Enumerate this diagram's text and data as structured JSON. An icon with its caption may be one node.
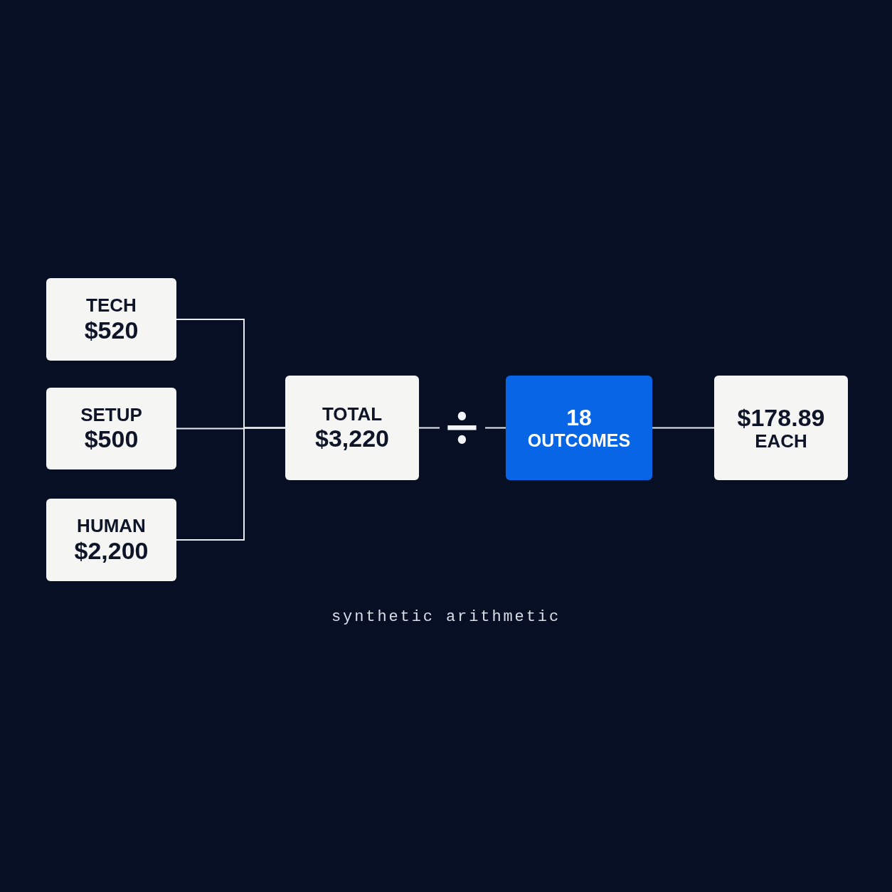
{
  "diagram": {
    "caption": "synthetic arithmetic",
    "nodes": [
      {
        "text": [
          "TECH",
          "$520"
        ]
      },
      {
        "text": [
          "SETUP",
          "$500"
        ]
      },
      {
        "text": [
          "HUMAN",
          "$2,200"
        ]
      },
      {
        "text": [
          "TOTAL",
          "$3,220"
        ]
      },
      {
        "text": [
          "18",
          "OUTCOMES"
        ]
      },
      {
        "text": [
          "$178.89",
          "EACH"
        ]
      }
    ],
    "edges": [
      {
        "from": 0,
        "to": 3,
        "arrow": "none"
      },
      {
        "from": 1,
        "to": 3,
        "arrow": "none"
      },
      {
        "from": 2,
        "to": 3,
        "arrow": "none"
      },
      {
        "from": 3,
        "to": 4,
        "arrow": "none",
        "label": "÷"
      },
      {
        "from": 4,
        "to": 5,
        "arrow": "none"
      }
    ]
  }
}
